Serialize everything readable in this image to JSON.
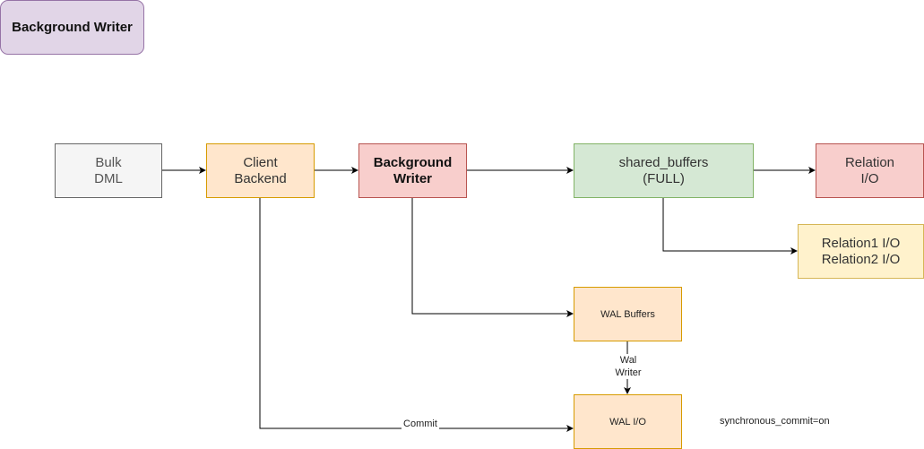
{
  "title": "Background Writer",
  "nodes": {
    "bulk_dml": "Bulk\nDML",
    "client_backend": "Client\nBackend",
    "background_writer": "Background\nWriter",
    "shared_buffers": "shared_buffers\n(FULL)",
    "relation_io": "Relation\nI/O",
    "relation12_io": "Relation1 I/O\nRelation2 I/O",
    "wal_buffers": "WAL Buffers",
    "wal_io": "WAL I/O"
  },
  "edge_labels": {
    "wal_writer": "Wal\nWriter",
    "commit": "Commit"
  },
  "annotation": "synchronous_commit=on",
  "colors": {
    "title_fill": "#e1d5e7",
    "gray_fill": "#f5f5f5",
    "orange_fill": "#ffe6cc",
    "red_fill": "#f8cecc",
    "green_fill": "#d5e8d4",
    "yellow_fill": "#fff2cc"
  }
}
